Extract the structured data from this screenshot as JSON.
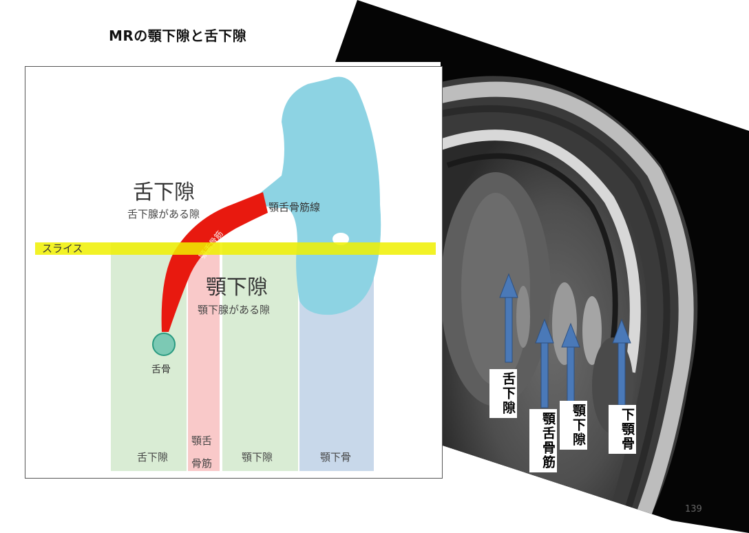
{
  "title": "MRの顎下隙と舌下隙",
  "page_number": "139",
  "diagram": {
    "slice_label": "スライス",
    "sublingual_space_title": "舌下隙",
    "sublingual_space_desc": "舌下腺がある隙",
    "submandibular_space_title": "顎下隙",
    "submandibular_space_desc": "顎下腺がある隙",
    "mylohyoid_line_label": "顎舌骨筋線",
    "mylohyoid_muscle_label": "顎舌骨筋",
    "hyoid_label": "舌骨",
    "columns": [
      {
        "label": "舌下隙",
        "color": "#d9ecd4"
      },
      {
        "label": "顎舌\n骨筋",
        "color": "#f9c9c9"
      },
      {
        "label": "顎下隙",
        "color": "#d9ecd4"
      },
      {
        "label": "顎下骨",
        "color": "#c8d8ea"
      }
    ],
    "colors": {
      "mandible": "#8dd3e3",
      "slice_band": "#f0f000",
      "muscle": "#e8190f",
      "hyoid": "#7cc9b4"
    }
  },
  "mri_labels": [
    {
      "text": "舌下隙"
    },
    {
      "text": "顎舌骨筋"
    },
    {
      "text": "顎下隙"
    },
    {
      "text": "下顎骨"
    }
  ],
  "arrow_color": "#4a79b8"
}
